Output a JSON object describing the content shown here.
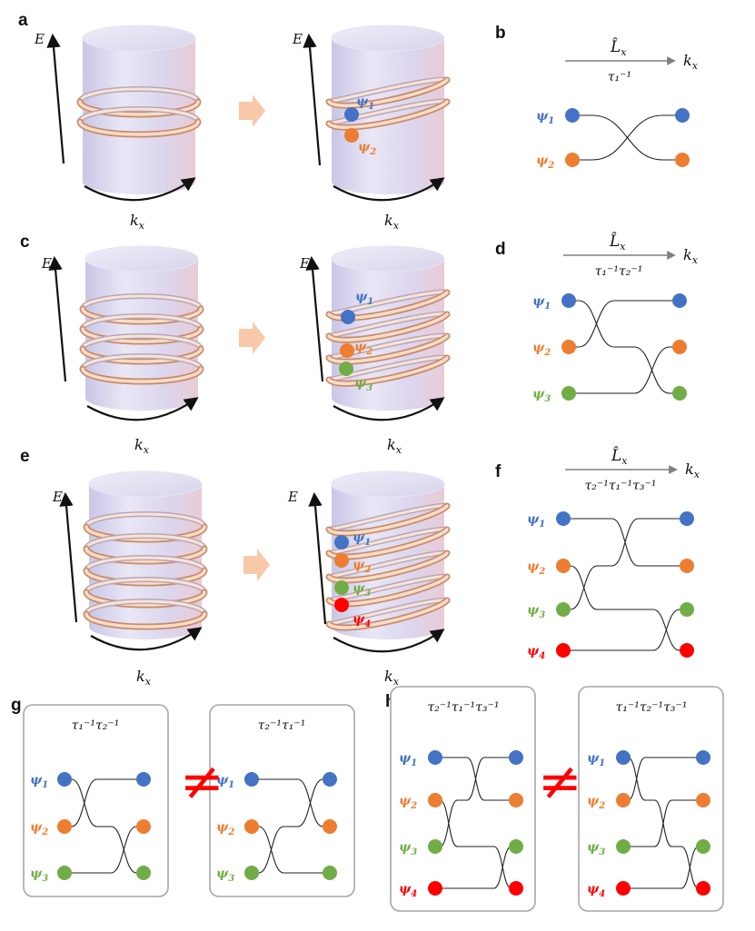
{
  "panels": {
    "a": "a",
    "b": "b",
    "c": "c",
    "d": "d",
    "e": "e",
    "f": "f",
    "g": "g",
    "h": "h"
  },
  "axes": {
    "energy": "E",
    "momentum": "k",
    "momentum_sub": "x"
  },
  "states": {
    "psi1": "ψ",
    "psi_sub1": "1",
    "psi_sub2": "2",
    "psi_sub3": "3",
    "psi_sub4": "4"
  },
  "operator": {
    "symbol": "L̂",
    "sub": "x"
  },
  "braid_words": {
    "b": "τ₁⁻¹",
    "d": "τ₁⁻¹τ₂⁻¹",
    "f": "τ₂⁻¹τ₁⁻¹τ₃⁻¹",
    "g_left": "τ₁⁻¹τ₂⁻¹",
    "g_right": "τ₂⁻¹τ₁⁻¹",
    "h_left": "τ₂⁻¹τ₁⁻¹τ₃⁻¹",
    "h_right": "τ₁⁻¹τ₂⁻¹τ₃⁻¹"
  },
  "not_equal": "≠",
  "colors": {
    "psi1": "#4472c4",
    "psi2": "#ed7d31",
    "psi3": "#70ad47",
    "psi4": "#ff0000",
    "cylinder": "#d9d6ef",
    "ring": "#f2c8a8",
    "transition_arrow": "#f8c9a8"
  }
}
